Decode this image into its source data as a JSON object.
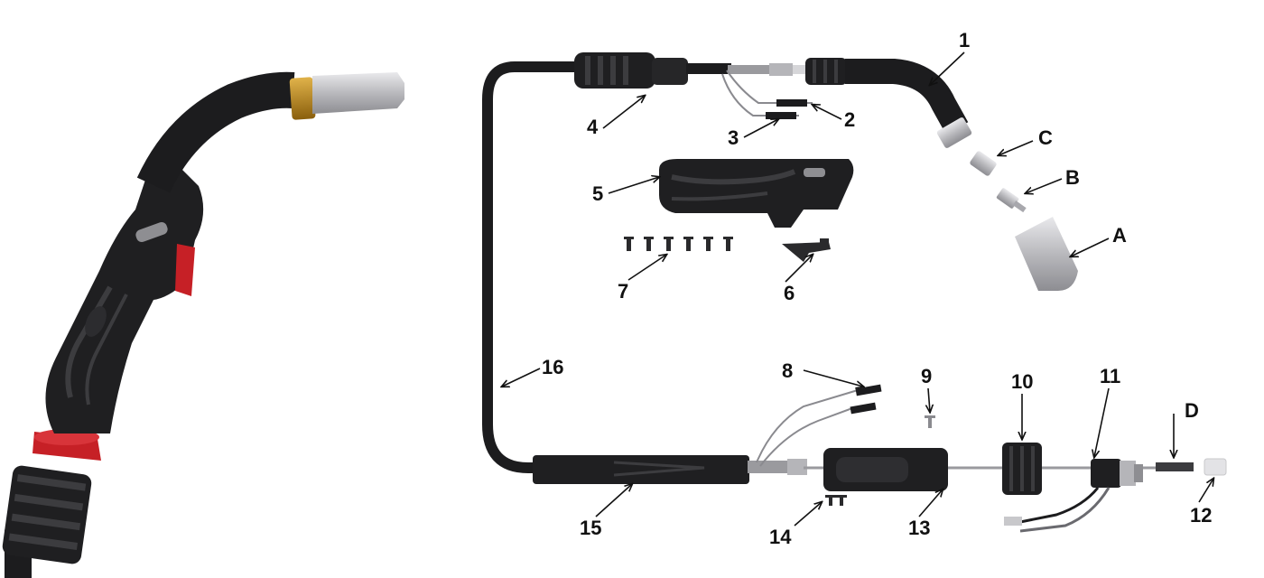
{
  "colors": {
    "background": "#ffffff",
    "part_body": "#1c1c1e",
    "part_dark": "#2a2a2c",
    "rubber_detail": "#3c3c3f",
    "trigger_red": "#c62026",
    "brass_ring": "#b8860b",
    "silver_nozzle": "#c8c8cb",
    "cable_grey": "#9a9a9e",
    "label_ink": "#111111"
  },
  "diagram": {
    "callouts": [
      {
        "id": "1",
        "text": "1"
      },
      {
        "id": "2",
        "text": "2"
      },
      {
        "id": "3",
        "text": "3"
      },
      {
        "id": "4",
        "text": "4"
      },
      {
        "id": "5",
        "text": "5"
      },
      {
        "id": "6",
        "text": "6"
      },
      {
        "id": "7",
        "text": "7"
      },
      {
        "id": "8",
        "text": "8"
      },
      {
        "id": "9",
        "text": "9"
      },
      {
        "id": "10",
        "text": "10"
      },
      {
        "id": "11",
        "text": "11"
      },
      {
        "id": "12",
        "text": "12"
      },
      {
        "id": "13",
        "text": "13"
      },
      {
        "id": "14",
        "text": "14"
      },
      {
        "id": "15",
        "text": "15"
      },
      {
        "id": "16",
        "text": "16"
      },
      {
        "id": "A",
        "text": "A"
      },
      {
        "id": "B",
        "text": "B"
      },
      {
        "id": "C",
        "text": "C"
      },
      {
        "id": "D",
        "text": "D"
      }
    ]
  },
  "icons": {
    "assembled_torch": "welding-torch-icon",
    "swan_neck": "swan-neck-icon",
    "gas_nozzle": "gas-nozzle-icon",
    "contact_tip": "contact-tip-icon",
    "tip_holder": "tip-holder-icon",
    "handle": "handle-shell-icon",
    "trigger": "trigger-icon",
    "screws": "screw-icon",
    "cable": "cable-icon",
    "connector": "euro-connector-icon",
    "liner": "wire-liner-icon"
  }
}
